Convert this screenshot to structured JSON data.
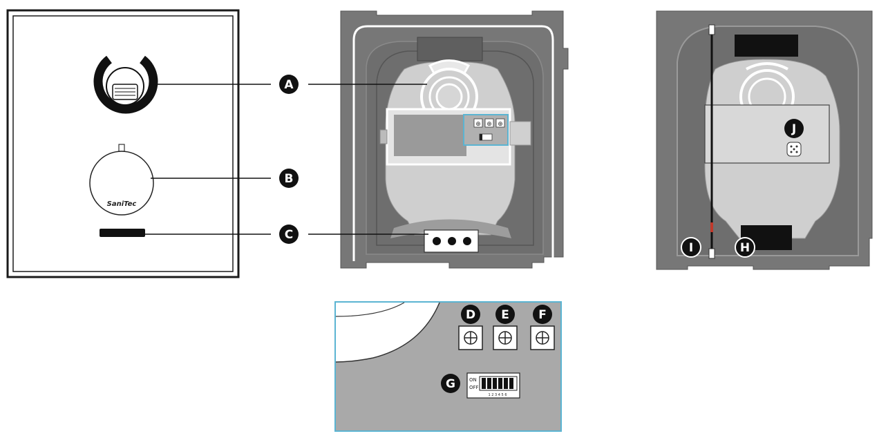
{
  "callouts": {
    "a": "A",
    "b": "B",
    "c": "C",
    "d": "D",
    "e": "E",
    "f": "F",
    "g": "G",
    "h": "H",
    "i": "I",
    "j": "J"
  },
  "logo_text": "SaniTec",
  "dip_switch": {
    "on_label": "ON",
    "off_label": "OFF",
    "positions": "1 2 3 4 5 6"
  },
  "colors": {
    "housing": "#787878",
    "housing_dark": "#5d5d5d",
    "inner": "#b4b4b4",
    "highlight_frame": "#5ab4d2",
    "callout_fill": "#111111",
    "panel_fill": "#a8a8a8"
  }
}
